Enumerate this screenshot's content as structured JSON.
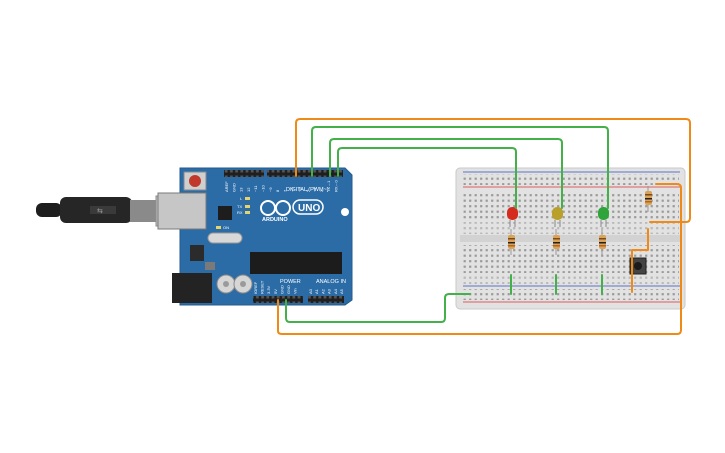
{
  "board": {
    "brand": "ARDUINO",
    "model": "UNO",
    "digital_header_label": "DIGITAL (PWM~)",
    "power_header_label": "POWER",
    "analog_header_label": "ANALOG IN",
    "led_labels": [
      "L",
      "TX",
      "RX"
    ],
    "on_label": "ON",
    "digital_pins": [
      "AREF",
      "GND",
      "13",
      "12",
      "~11",
      "~10",
      "~9",
      "8",
      "7",
      "~6",
      "~5",
      "4",
      "~3",
      "2",
      "TX→1",
      "RX←0"
    ],
    "power_pins": [
      "IOREF",
      "RESET",
      "3.3V",
      "5V",
      "GND",
      "GND",
      "Vin"
    ],
    "analog_pins": [
      "A0",
      "A1",
      "A2",
      "A3",
      "A4",
      "A5"
    ],
    "color": "#2b6ca7"
  },
  "components": {
    "leds": [
      {
        "name": "red-led",
        "color": "#d52b1e"
      },
      {
        "name": "yellow-led",
        "color": "#b9a02a"
      },
      {
        "name": "green-led",
        "color": "#2ea43a"
      }
    ],
    "wire_colors": {
      "orange": "#f08a16",
      "green": "#43b04a"
    }
  }
}
